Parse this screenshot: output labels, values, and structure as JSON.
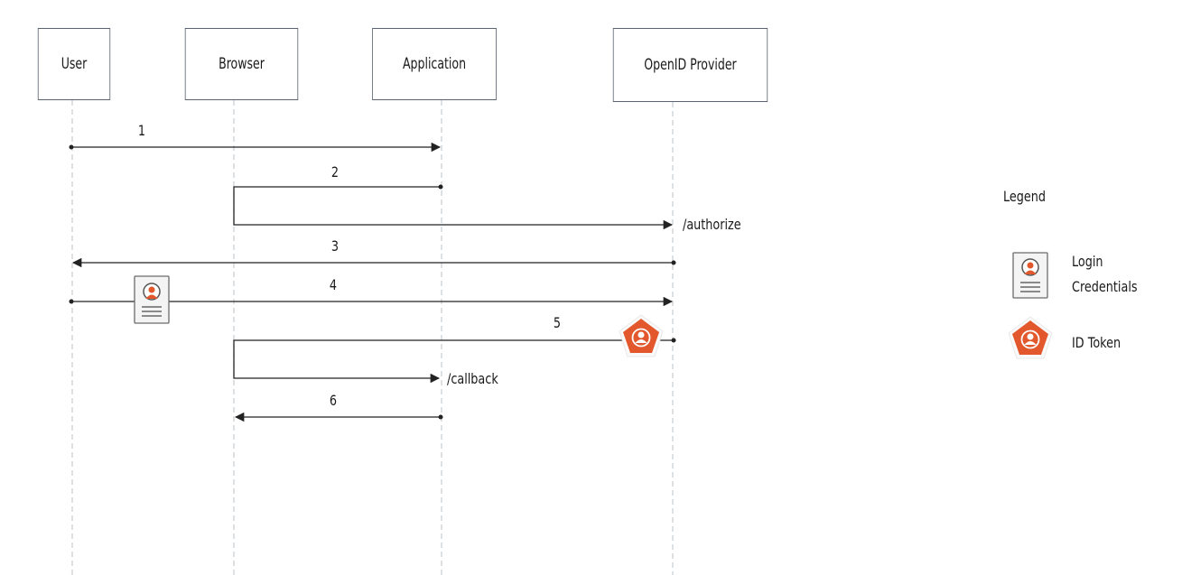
{
  "actors": [
    {
      "name": "User"
    },
    {
      "name": "Browser"
    },
    {
      "name": "Application"
    },
    {
      "name": "OpenID Provider"
    }
  ],
  "messages": [
    {
      "label": "1"
    },
    {
      "label": "2",
      "endpoint": "/authorize"
    },
    {
      "label": "3"
    },
    {
      "label": "4"
    },
    {
      "label": "5",
      "endpoint": "/callback"
    },
    {
      "label": "6"
    }
  ],
  "legend": {
    "title": "Legend",
    "items": [
      {
        "icon": "login-credentials-icon",
        "label_line1": "Login",
        "label_line2": "Credentials"
      },
      {
        "icon": "id-token-icon",
        "label_line1": "ID Token"
      }
    ]
  },
  "colors": {
    "line": "#222222",
    "lifeline": "#c8cdd2",
    "box_border": "#5a6470",
    "token_orange": "#e2572b",
    "card_border": "#6b6b6b"
  }
}
